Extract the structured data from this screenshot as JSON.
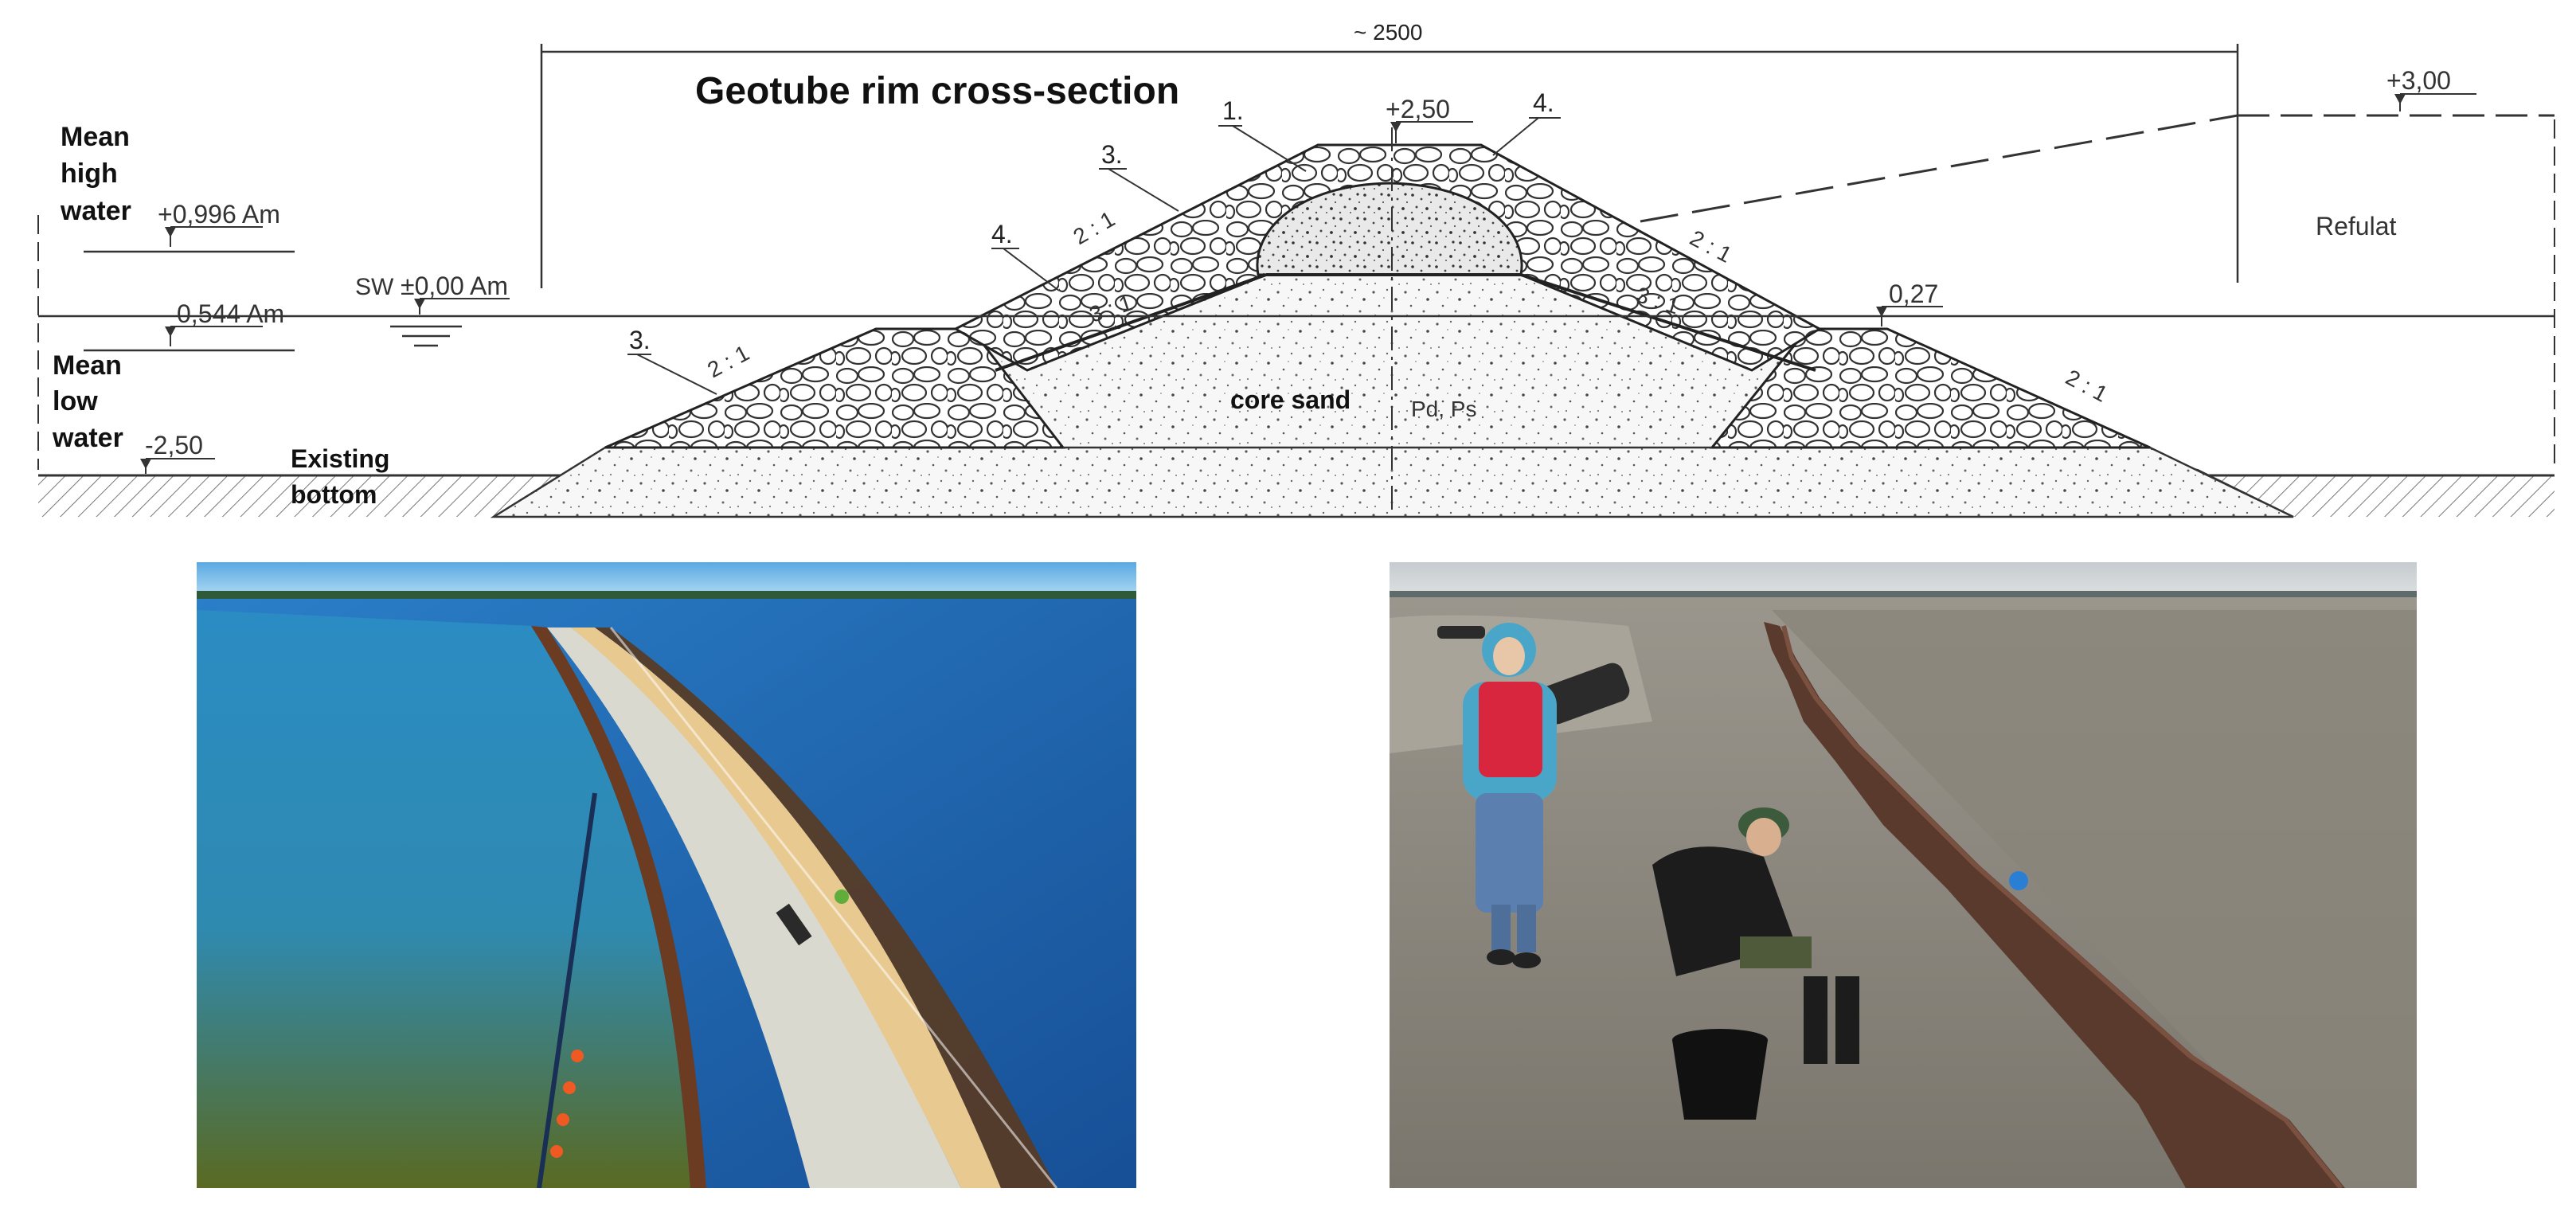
{
  "diagram": {
    "title": "Geotube rim cross-section",
    "width_label": "~ 2500",
    "labels": {
      "mean_high_water": [
        "Mean",
        "high",
        "water"
      ],
      "mean_low_water": [
        "Mean",
        "low",
        "water"
      ],
      "existing_bottom": [
        "Existing",
        "bottom"
      ],
      "core_sand": "core sand",
      "pd_ps": "Pd, Ps",
      "refulat": "Refulat",
      "sw": "SW"
    },
    "elevations": {
      "mhw": "+0,996 Am",
      "mlw": "0,544 Am",
      "sw": "±0,00 Am",
      "bottom": "-2,50",
      "crest": "+2,50",
      "berm": "0,27",
      "top_right": "+3,00"
    },
    "callouts": {
      "c1": "1.",
      "c3_upper": "3.",
      "c3_lower": "3.",
      "c4_upper": "4.",
      "c4_left": "4."
    },
    "slopes": {
      "left_upper": "2 : 1",
      "left_inner": "3 : 1",
      "left_lower": "2 : 1",
      "right_upper": "2 : 1",
      "right_inner": "3 : 1",
      "right_lower": "2 : 1"
    }
  },
  "photos": {
    "left": {
      "description_icon": "aerial-dike-photo-icon",
      "colors": {
        "water_left": "#2f8ab0",
        "water_right": "#1f6fb5",
        "sky": "#7cc0ea",
        "dike": "#d8d8cf"
      }
    },
    "right": {
      "description_icon": "field-sampling-photo-icon",
      "colors": {
        "ground": "#8e8b83",
        "sky": "#cfd2d4",
        "sheet_pile": "#5a3a2c"
      }
    }
  }
}
